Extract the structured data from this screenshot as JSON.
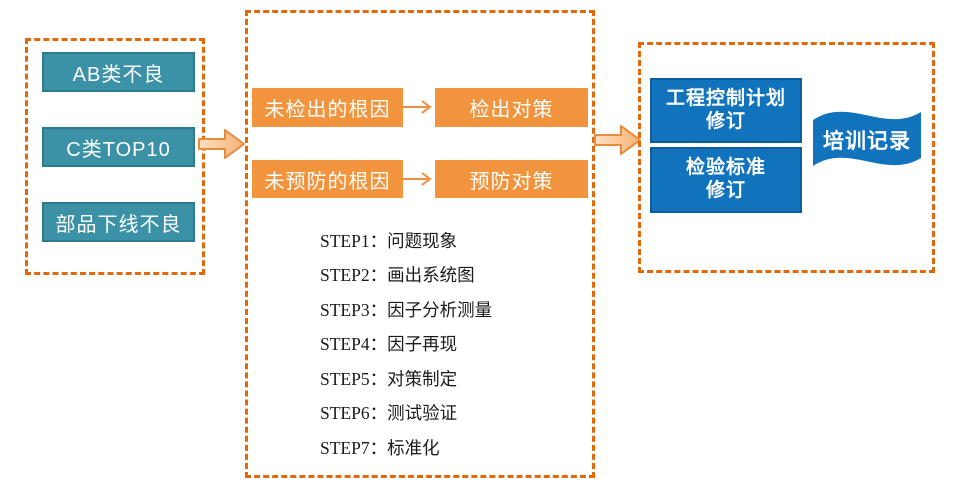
{
  "colors": {
    "dash_border": "#E3680A",
    "teal_fill": "#3B91A6",
    "teal_border": "#2E7A8E",
    "orange_fill": "#F2943D",
    "blue_fill": "#1173BC",
    "blue_border": "#0D5C9B",
    "arrow_fill_light": "#FCDFC2",
    "arrow_fill_dark": "#F8B377",
    "arrow_stroke": "#E68C3C",
    "text_on_fill": "#FFFFFF",
    "step_text": "#1A1A1A"
  },
  "left_panel": {
    "items": [
      {
        "label": "AB类不良"
      },
      {
        "label": "C类TOP10"
      },
      {
        "label": "部品下线不良"
      }
    ]
  },
  "flow": {
    "rows": [
      {
        "cause": "未检出的根因",
        "action": "检出对策"
      },
      {
        "cause": "未预防的根因",
        "action": "预防对策"
      }
    ],
    "steps": [
      "STEP1：问题现象",
      "STEP2：画出系统图",
      "STEP3：因子分析测量",
      "STEP4：因子再现",
      "STEP5：对策制定",
      "STEP6：测试验证",
      "STEP7：标准化"
    ]
  },
  "right_panel": {
    "boxes": [
      {
        "line1": "工程控制计划",
        "line2": "修订"
      },
      {
        "line1": "检验标准",
        "line2": "修订"
      }
    ],
    "flag_label": "培训记录"
  }
}
